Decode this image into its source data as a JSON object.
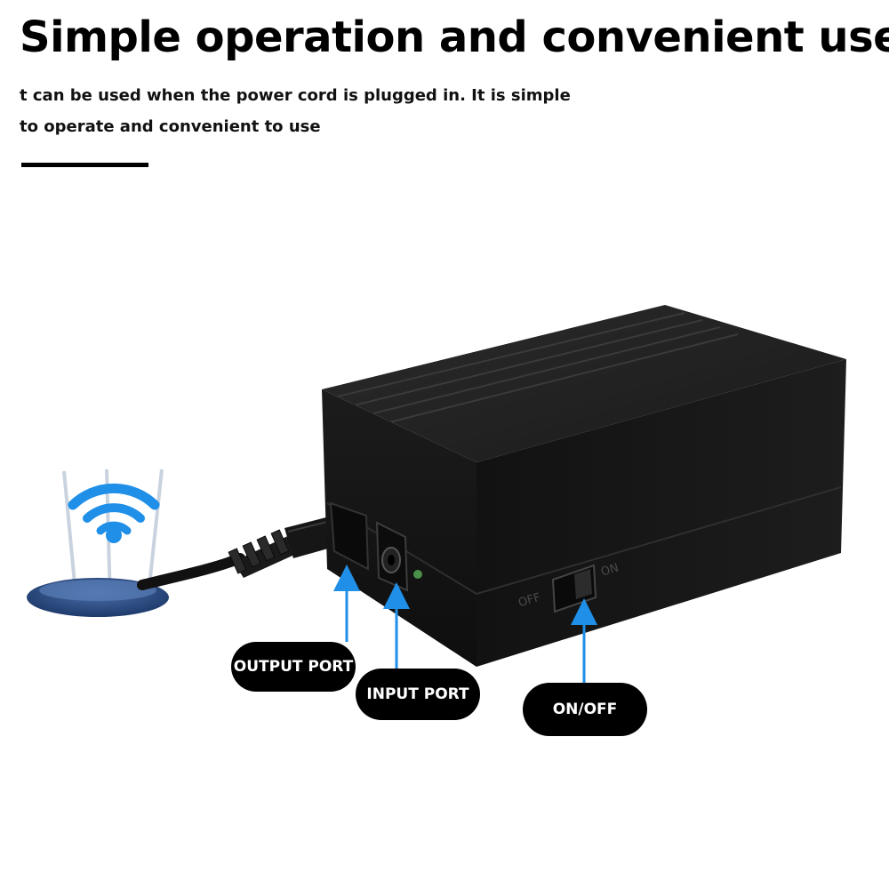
{
  "headline": "Simple operation and convenient use",
  "subtext": {
    "line1": "t can be used when the power cord is plugged in. It is simple",
    "line2": "to operate and convenient to use"
  },
  "callouts": {
    "output_port": "OUTPUT PORT",
    "input_port": "INPUT PORT",
    "on_off": "ON/OFF"
  },
  "switch_labels": {
    "off": "OFF",
    "on": "ON"
  },
  "colors": {
    "accent_blue": "#1f8fe8",
    "device_black": "#141414",
    "text": "#000000"
  },
  "icons": [
    "wifi-icon",
    "router-icon"
  ]
}
